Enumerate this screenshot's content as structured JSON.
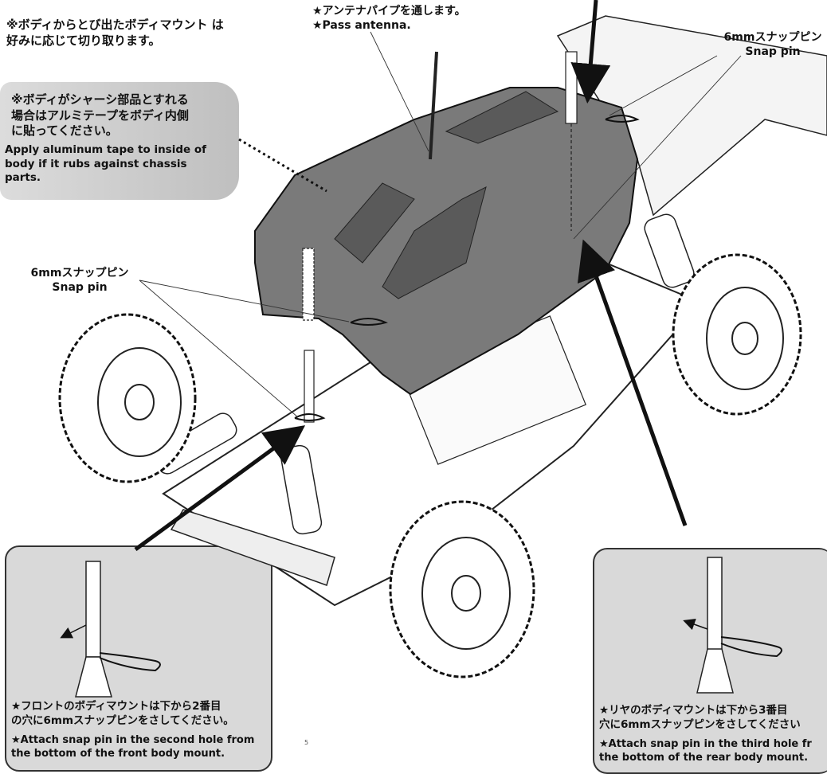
{
  "notes": {
    "top_left": "※ボディからとび出たボディマウント は\n好みに応じて切り取ります。",
    "antenna": "★アンテナパイプを通します。\n★Pass antenna.",
    "snap_pin_rear": "6mmスナップピン\nSnap pin",
    "snap_pin_front": "6mmスナップピン\nSnap pin",
    "tape_jp": "※ボディがシャーシ部品とすれる\n場合はアルミテープをボディ内側\nに貼ってください。",
    "tape_en": "Apply aluminum tape to inside of\nbody if it rubs against chassis\nparts."
  },
  "front_mount": {
    "jp": "★フロントのボディマウントは下から2番目\nの穴に6mmスナップピンをさしてください。",
    "en": "★Attach snap pin in the second hole from\nthe bottom of the front body mount."
  },
  "rear_mount": {
    "jp": "★リヤのボディマウントは下から3番目\n穴に6mmスナップピンをさしてください",
    "en": "★Attach snap pin in the third hole fr\nthe bottom of the rear body mount."
  },
  "page_number": "5",
  "colors": {
    "callout_box": "#d9d9d9",
    "ink": "#111111"
  }
}
